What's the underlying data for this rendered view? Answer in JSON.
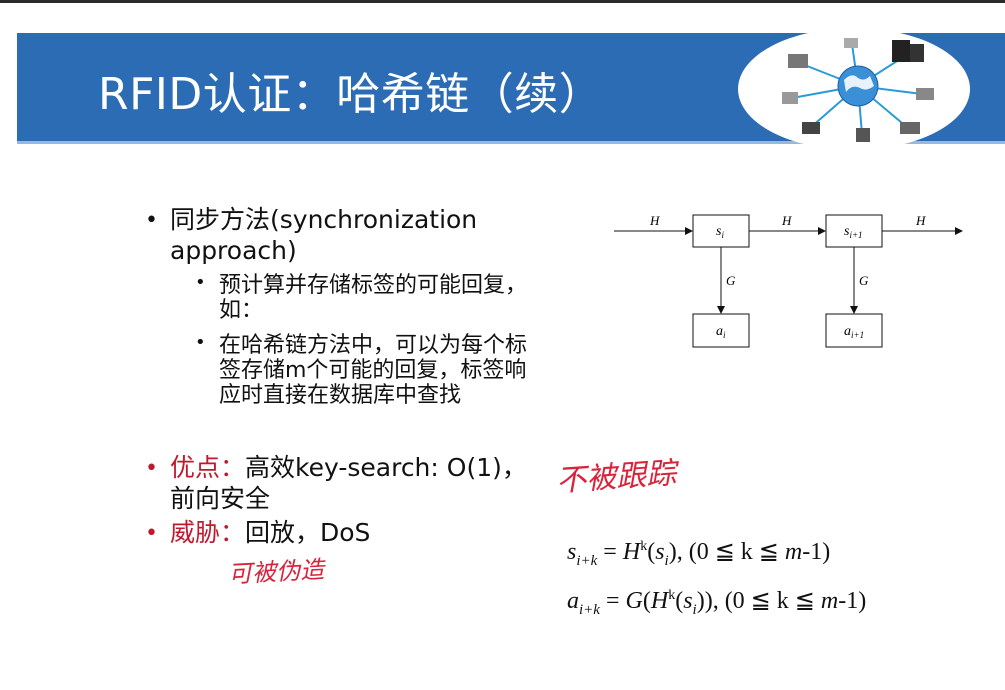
{
  "title": "RFID认证：哈希链（续）",
  "bullets": {
    "b1_line1": "同步方法(synchronization",
    "b1_line2": "approach)",
    "sub1_line1": "预计算并存储标签的可能回复，",
    "sub1_line2": "如：",
    "sub2_line1": "在哈希链方法中，可以为每个标",
    "sub2_line2": "签存储m个可能的回复，标签响",
    "sub2_line3": "应时直接在数据库中查找",
    "adv_label": "优点：",
    "adv_line1": "高效key-search: O(1)，",
    "adv_line2": "前向安全",
    "threat_label": "威胁：",
    "threat_text": "回放，DoS"
  },
  "handwriting": {
    "note1": "不被跟踪",
    "note2": "可被伪造"
  },
  "diagram": {
    "h_label": "H",
    "g_label": "G",
    "s_i": "s",
    "s_i_sub": "i",
    "s_i1": "s",
    "s_i1_sub": "i+1",
    "a_i": "a",
    "a_i_sub": "i",
    "a_i1": "a",
    "a_i1_sub": "i+1"
  },
  "equations": {
    "eq1_lhs": "s",
    "eq1_lhs_sub": "i+k",
    "eq1_eq": " = ",
    "eq1_h": "H",
    "eq1_hsup": "k",
    "eq1_arg_open": "(",
    "eq1_arg": "s",
    "eq1_arg_sub": "i",
    "eq1_close": "), (0 ≦ k ≦ ",
    "eq1_m": "m",
    "eq1_end": "-1)",
    "eq2_lhs": "a",
    "eq2_lhs_sub": "i+k",
    "eq2_eq": " = ",
    "eq2_g": "G",
    "eq2_open": "(",
    "eq2_h": "H",
    "eq2_hsup": "k",
    "eq2_arg_open": "(",
    "eq2_arg": "s",
    "eq2_arg_sub": "i",
    "eq2_close": ")), (0 ≦ k ≦ ",
    "eq2_m": "m",
    "eq2_end": "-1)"
  },
  "icons": [
    "globe-network-icon"
  ]
}
